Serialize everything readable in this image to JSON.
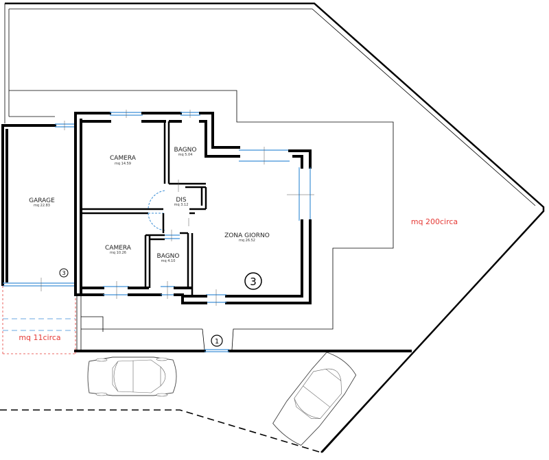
{
  "rooms": {
    "camera_1": {
      "name": "CAMERA",
      "area": "mq 14.59"
    },
    "bagno_1": {
      "name": "BAGNO",
      "area": "mq 5.04"
    },
    "dis": {
      "name": "DIS",
      "area": "mq 3.12"
    },
    "garage": {
      "name": "GARAGE",
      "area": "mq 22.83"
    },
    "camera_2": {
      "name": "CAMERA",
      "area": "mq 10.26"
    },
    "bagno_2": {
      "name": "BAGNO",
      "area": "mq 4.10"
    },
    "zona_giorno": {
      "name": "ZONA GIORNO",
      "area": "mq 26.52"
    }
  },
  "annotations": {
    "garden_area": "mq 200circa",
    "parking_area": "mq 11circa"
  },
  "markers": {
    "garage_marker": "3",
    "living_marker": "3",
    "entrance_marker": "1"
  },
  "colors": {
    "walls": "#000000",
    "windows": "#3c8fd6",
    "annotation_red": "#e53935"
  }
}
